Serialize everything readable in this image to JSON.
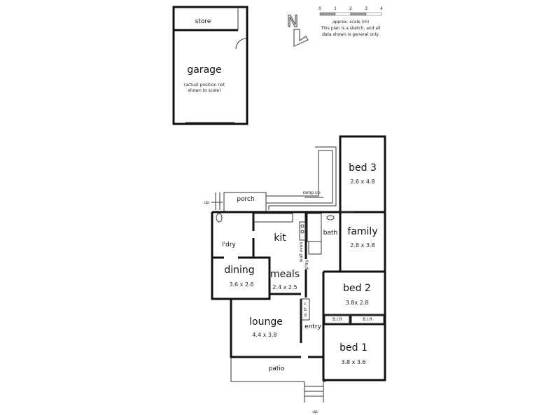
{
  "garage": {
    "store": "store",
    "garage": "garage",
    "note_line1": "(actual position not",
    "note_line2": "shown to scale)"
  },
  "legend": {
    "scale_ticks": [
      "0",
      "1",
      "2",
      "3",
      "4"
    ],
    "scale_label": "approx. scale (m)",
    "disclaimer_line1": "This plan is a sketch, and all",
    "disclaimer_line2": "data shown is general only.",
    "north": "N"
  },
  "rooms": {
    "bed3": {
      "name": "bed 3",
      "size": "2.6 x 4.8"
    },
    "family": {
      "name": "family",
      "size": "2.8 x 3.8"
    },
    "bed2": {
      "name": "bed 2",
      "size": "3.8x 2.8"
    },
    "bed1": {
      "name": "bed 1",
      "size": "3.8 x 3.6"
    },
    "kit": {
      "name": "kit"
    },
    "bath": {
      "name": "bath"
    },
    "ldry": {
      "name": "l'dry"
    },
    "dining": {
      "name": "dining",
      "size": "3.6 x 2.6"
    },
    "meals": {
      "name": "meals",
      "size": "2.4 x 2.5"
    },
    "lounge": {
      "name": "lounge",
      "size": "4.4 x 3.8"
    },
    "entry": {
      "name": "entry"
    },
    "patio": {
      "name": "patio"
    },
    "porch": {
      "name": "porch"
    }
  },
  "fixtures": {
    "ramp": "ramp up",
    "up_porch": "up",
    "up_patio": "up",
    "bir1": "B.I.R",
    "bir2": "B.I.R",
    "cbd": [
      "c",
      "b",
      "d"
    ],
    "wall_oven": "wall oven",
    "pantry": "p'try"
  }
}
